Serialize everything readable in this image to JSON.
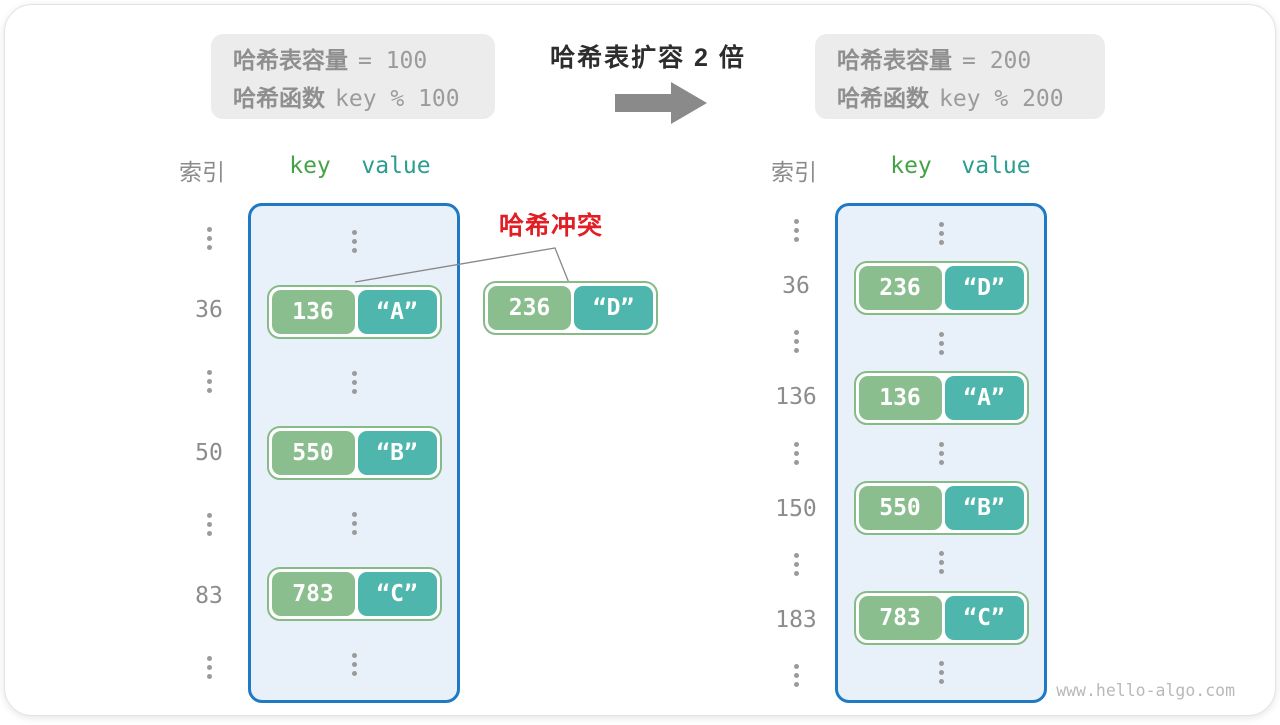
{
  "page": {
    "watermark": "www.hello-algo.com"
  },
  "expansion": {
    "title": "哈希表扩容 2 倍",
    "arrow_icon": "right-arrow",
    "before": {
      "capacity_label": "哈希表容量",
      "capacity_value": "= 100",
      "function_label": "哈希函数",
      "function_expr": "key % 100"
    },
    "after": {
      "capacity_label": "哈希表容量",
      "capacity_value": "= 200",
      "function_label": "哈希函数",
      "function_expr": "key % 200"
    }
  },
  "collision": {
    "label": "哈希冲突",
    "pair": {
      "key": "236",
      "value": "“D”"
    }
  },
  "colors": {
    "table_border": "#2079c3",
    "table_fill": "#e8f1f9",
    "pair_border": "#86bb88",
    "key_green": "#8bbe8e",
    "value_teal": "#4eb6ac",
    "collision_red": "#e21d24",
    "arrow_gray": "#8a8a8a",
    "gray_text": "#8c8c8c"
  },
  "tables": {
    "left": {
      "headers": {
        "index": "索引",
        "key": "key",
        "value": "value"
      },
      "rows": [
        {
          "type": "dots"
        },
        {
          "type": "pair",
          "index": "36",
          "key": "136",
          "value": "“A”"
        },
        {
          "type": "dots"
        },
        {
          "type": "pair",
          "index": "50",
          "key": "550",
          "value": "“B”"
        },
        {
          "type": "dots"
        },
        {
          "type": "pair",
          "index": "83",
          "key": "783",
          "value": "“C”"
        },
        {
          "type": "dots"
        }
      ]
    },
    "right": {
      "headers": {
        "index": "索引",
        "key": "key",
        "value": "value"
      },
      "rows": [
        {
          "type": "dots"
        },
        {
          "type": "pair",
          "index": "36",
          "key": "236",
          "value": "“D”"
        },
        {
          "type": "dots"
        },
        {
          "type": "pair",
          "index": "136",
          "key": "136",
          "value": "“A”"
        },
        {
          "type": "dots"
        },
        {
          "type": "pair",
          "index": "150",
          "key": "550",
          "value": "“B”"
        },
        {
          "type": "dots"
        },
        {
          "type": "pair",
          "index": "183",
          "key": "783",
          "value": "“C”"
        },
        {
          "type": "dots"
        }
      ]
    }
  }
}
